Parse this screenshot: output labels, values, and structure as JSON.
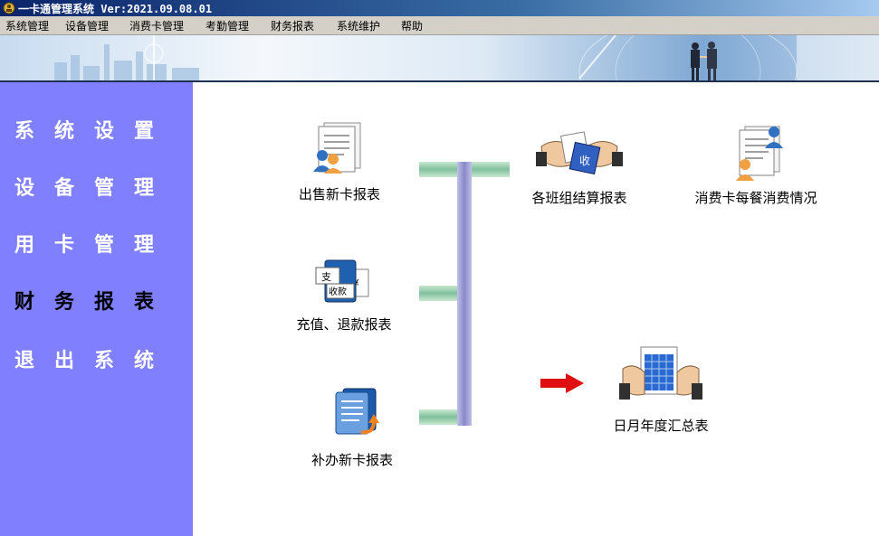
{
  "window": {
    "title": "一卡通管理系统 Ver:2021.09.08.01"
  },
  "menu": {
    "items": [
      {
        "label": "系统管理"
      },
      {
        "label": "设备管理"
      },
      {
        "label": "消费卡管理"
      },
      {
        "label": "考勤管理"
      },
      {
        "label": "财务报表"
      },
      {
        "label": "系统维护"
      },
      {
        "label": "帮助"
      }
    ]
  },
  "sidebar": {
    "items": [
      {
        "label": "系统设置",
        "active": false
      },
      {
        "label": "设备管理",
        "active": false
      },
      {
        "label": "用卡管理",
        "active": false
      },
      {
        "label": "财务报表",
        "active": true
      },
      {
        "label": "退出系统",
        "active": false
      }
    ]
  },
  "reports": {
    "new_card_sales": {
      "label": "出售新卡报表",
      "icon": "document-users-icon"
    },
    "recharge_refund": {
      "label": "充值、退款报表",
      "icon": "payment-receipt-icon"
    },
    "reissue_card": {
      "label": "补办新卡报表",
      "icon": "card-reissue-icon"
    },
    "shift_settlement": {
      "label": "各班组结算报表",
      "icon": "handshake-receipt-icon"
    },
    "meal_consumption": {
      "label": "消费卡每餐消费情况",
      "icon": "document-user-icon"
    },
    "period_summary": {
      "label": "日月年度汇总表",
      "icon": "spreadsheet-hands-icon"
    }
  },
  "colors": {
    "sidebar_bg": "#8080ff",
    "connector_green": "#8fc8a8",
    "connector_purple": "#a0a0d0",
    "arrow_red": "#e01010",
    "menubar_bg": "#d4d0c8"
  }
}
